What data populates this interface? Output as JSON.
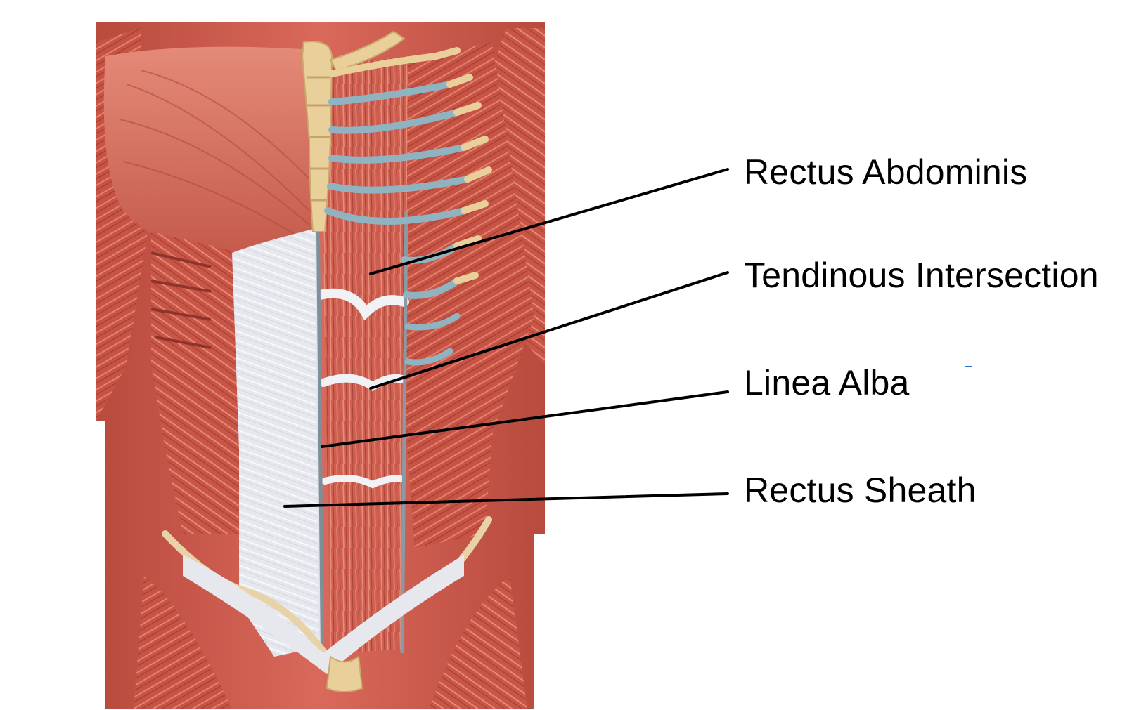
{
  "labels": {
    "rectus_abdominis": "Rectus Abdominis",
    "tendinous_intersection": "Tendinous Intersection",
    "linea_alba": "Linea Alba",
    "rectus_sheath": "Rectus Sheath"
  },
  "colors": {
    "muscle": "#c9574a",
    "muscle_light": "#e07a66",
    "muscle_dark": "#9e3a30",
    "fascia": "#e4e7ec",
    "cartilage": "#e9cf9a",
    "costal_blue": "#8fb3c0",
    "leader_line": "#000000",
    "background": "#ffffff"
  }
}
